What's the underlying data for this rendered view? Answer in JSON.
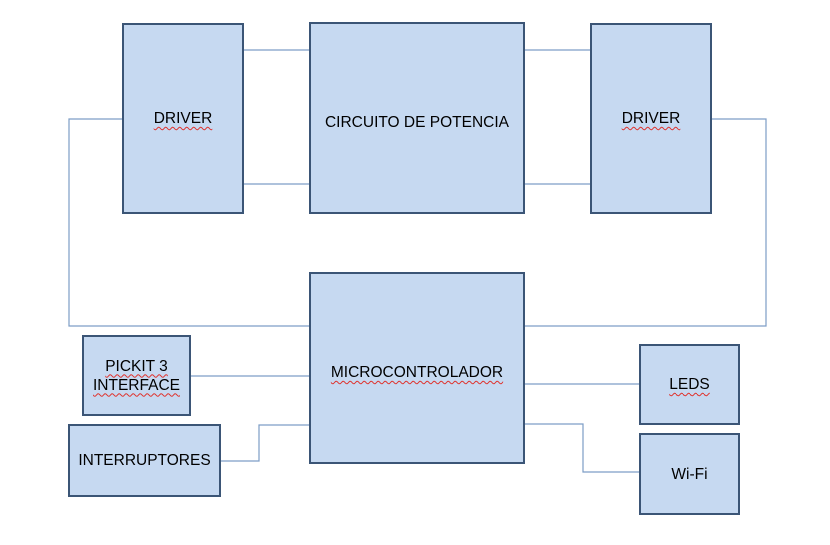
{
  "blocks": {
    "driver_left": {
      "label": "DRIVER"
    },
    "power_circuit": {
      "label": "CIRCUITO DE POTENCIA"
    },
    "driver_right": {
      "label": "DRIVER"
    },
    "microcontroller": {
      "label": "MICROCONTROLADOR"
    },
    "pickit": {
      "line1": "PICKIT 3",
      "line2": "INTERFACE"
    },
    "switches": {
      "label": "INTERRUPTORES"
    },
    "leds": {
      "label": "LEDS"
    },
    "wifi": {
      "label": "Wi-Fi"
    }
  },
  "colors": {
    "block_fill": "#c6d9f1",
    "block_border": "#3b5576",
    "connector": "#7d9dc6",
    "spellcheck_underline": "#e0302a"
  }
}
